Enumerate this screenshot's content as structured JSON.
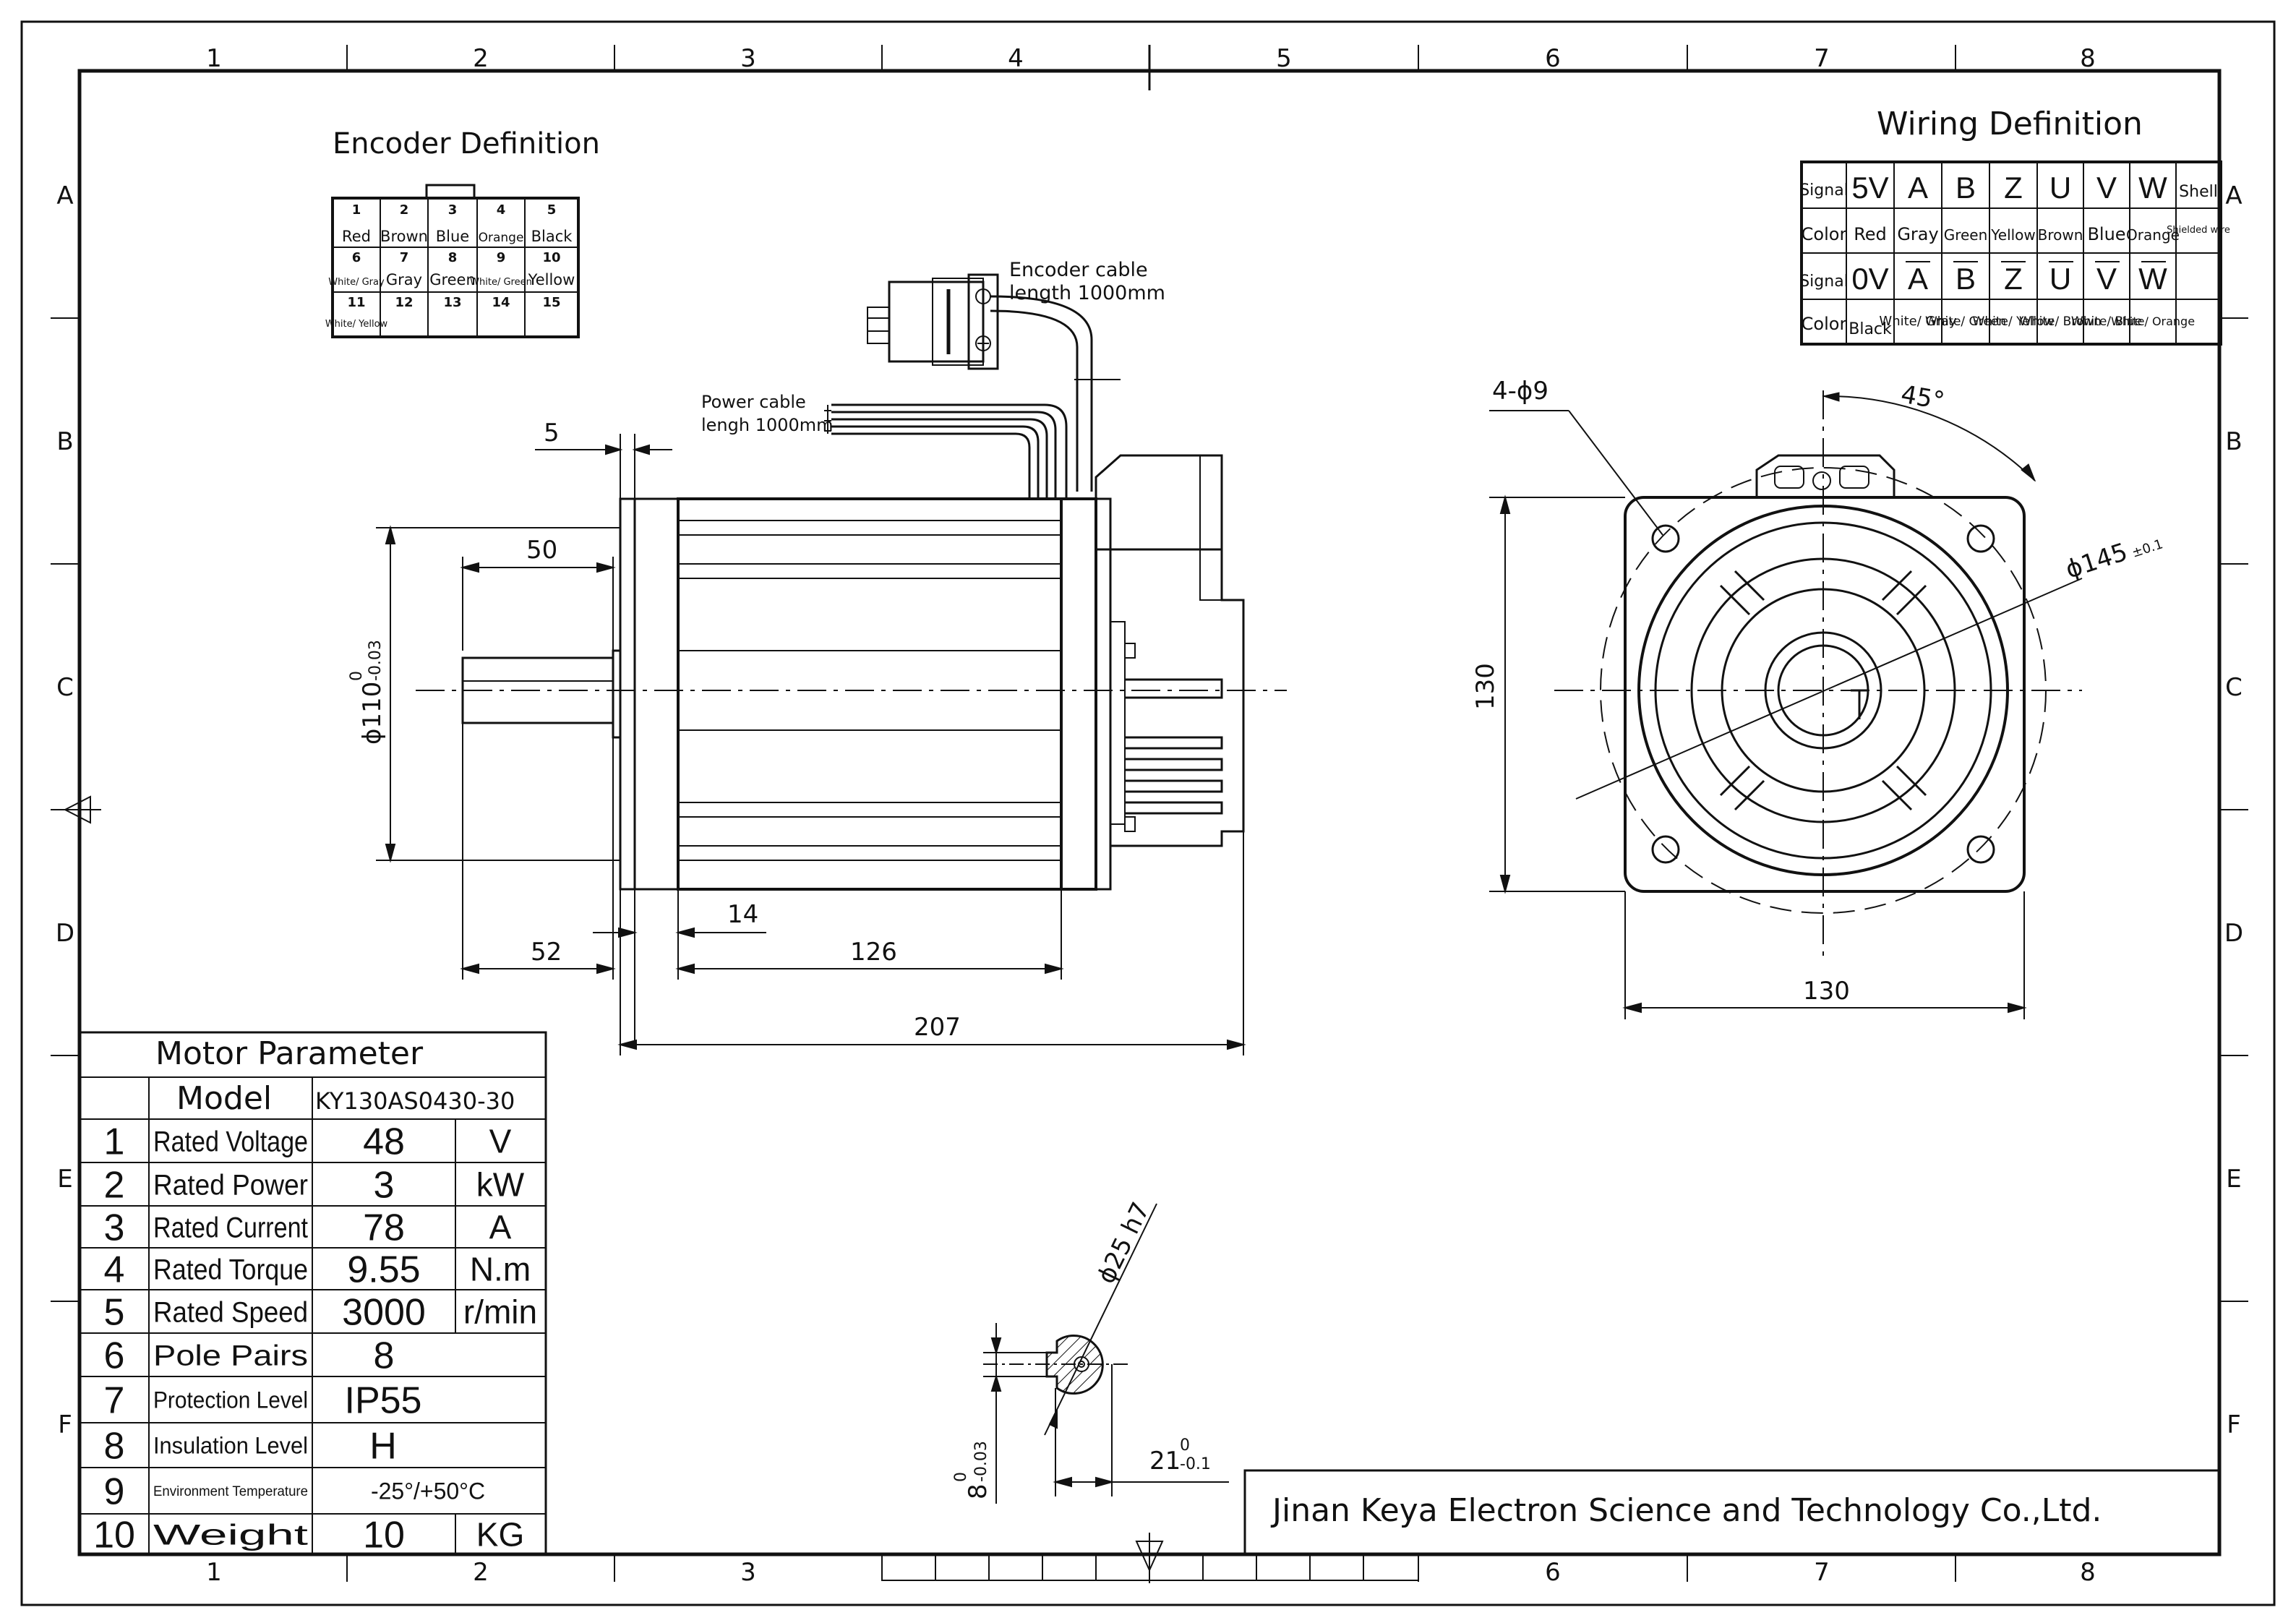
{
  "frame": {
    "columns": [
      "1",
      "2",
      "3",
      "4",
      "5",
      "6",
      "7",
      "8"
    ],
    "rows": [
      "A",
      "B",
      "C",
      "D",
      "E",
      "F"
    ]
  },
  "encoder": {
    "title": "Encoder Definition",
    "pins": [
      {
        "num": "1",
        "color": "Red"
      },
      {
        "num": "2",
        "color": "Brown"
      },
      {
        "num": "3",
        "color": "Blue"
      },
      {
        "num": "4",
        "color": "Orange"
      },
      {
        "num": "5",
        "color": "Black"
      },
      {
        "num": "6",
        "color": "White/ Gray"
      },
      {
        "num": "7",
        "color": "Gray"
      },
      {
        "num": "8",
        "color": "Green"
      },
      {
        "num": "9",
        "color": "White/ Green"
      },
      {
        "num": "10",
        "color": "Yellow"
      },
      {
        "num": "11",
        "color": "White/ Yellow"
      },
      {
        "num": "12",
        "color": ""
      },
      {
        "num": "13",
        "color": ""
      },
      {
        "num": "14",
        "color": ""
      },
      {
        "num": "15",
        "color": ""
      }
    ]
  },
  "wiring": {
    "title": "Wiring Definition",
    "row1_label": "Signal",
    "row1": [
      "5V",
      "A",
      "B",
      "Z",
      "U",
      "V",
      "W",
      "Shell"
    ],
    "row2_label": "Color",
    "row2": [
      "Red",
      "Gray",
      "Green",
      "Yellow",
      "Brown",
      "Blue",
      "Orange",
      "Shielded wire"
    ],
    "row3_label": "Signal",
    "row3": [
      "0V",
      "A",
      "B",
      "Z",
      "U",
      "V",
      "W",
      ""
    ],
    "row4_label": "Color",
    "row4": [
      "Black",
      "White/ Gray",
      "White/ Green",
      "White/ Yellow",
      "White/ Brown",
      "White/ Blue",
      "White/ Orange",
      ""
    ]
  },
  "side_view": {
    "encoder_cable": "Encoder cable",
    "encoder_cable_len": "length 1000mm",
    "power_cable": "Power cable",
    "power_cable_len": "lengh 1000mm",
    "dim_5": "5",
    "dim_50": "50",
    "dim_dia": "ϕ110",
    "dim_dia_tol_top": "0",
    "dim_dia_tol_bot": "-0.03",
    "dim_14": "14",
    "dim_52": "52",
    "dim_126": "126",
    "dim_207": "207"
  },
  "front_view": {
    "holes": "4-ϕ9",
    "angle": "45°",
    "pcd": "ϕ145",
    "pcd_tol": "±0.1",
    "height": "130",
    "width": "130"
  },
  "shaft": {
    "diameter": "ϕ25 h7",
    "key_w": "8",
    "key_w_tol_top": "0",
    "key_w_tol_bot": "-0.03",
    "key_d": "21",
    "key_d_tol_top": "0",
    "key_d_tol_bot": "-0.1"
  },
  "params": {
    "title": "Motor Parameter",
    "model_label": "Model",
    "model_value": "KY130AS0430-30",
    "rows": [
      {
        "no": "1",
        "name": "Rated Voltage",
        "value": "48",
        "unit": "V"
      },
      {
        "no": "2",
        "name": "Rated Power",
        "value": "3",
        "unit": "kW"
      },
      {
        "no": "3",
        "name": "Rated Current",
        "value": "78",
        "unit": "A"
      },
      {
        "no": "4",
        "name": "Rated Torque",
        "value": "9.55",
        "unit": "N.m"
      },
      {
        "no": "5",
        "name": "Rated Speed",
        "value": "3000",
        "unit": "r/min"
      },
      {
        "no": "6",
        "name": "Pole Pairs",
        "value": "8",
        "unit": ""
      },
      {
        "no": "7",
        "name": "Protection Level",
        "value": "IP55",
        "unit": ""
      },
      {
        "no": "8",
        "name": "Insulation Level",
        "value": "H",
        "unit": ""
      },
      {
        "no": "9",
        "name": "Environment Temperature",
        "value": "-25°/+50°C",
        "unit": ""
      },
      {
        "no": "10",
        "name": "Weight",
        "value": "10",
        "unit": "KG"
      }
    ]
  },
  "company": "Jinan Keya Electron Science and Technology Co.,Ltd."
}
